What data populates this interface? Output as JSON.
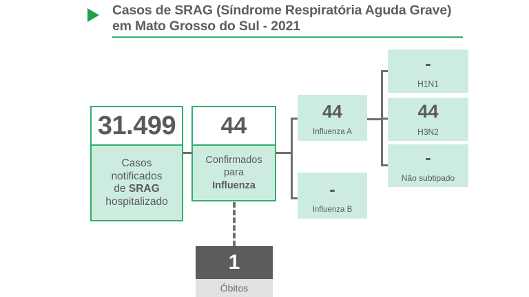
{
  "header": {
    "marker_icon": "play-triangle-icon",
    "title": "Casos de SRAG (Síndrome Respiratória Aguda Grave) em Mato Grosso do Sul - 2021",
    "accent_color": "#2fae6b",
    "text_color": "#5f5f5f"
  },
  "colors": {
    "green_border": "#2fae6b",
    "mint_fill": "#cdece0",
    "connector_gray": "#6f6f6f",
    "obitos_dark": "#5c5c5c",
    "obitos_light": "#e2e2e2",
    "white": "#ffffff"
  },
  "flow": {
    "notificados": {
      "value": "31.499",
      "label_line1": "Casos",
      "label_line2": "notificados",
      "label_line3_plain": "de ",
      "label_line3_bold": "SRAG",
      "label_line4": "hospitalizado"
    },
    "confirmados": {
      "value": "44",
      "label_line1": "Confirmados",
      "label_line2": "para",
      "label_line3_bold": "Influenza"
    },
    "influenza_a": {
      "value": "-",
      "value_display": "44",
      "label": "Influenza A"
    },
    "influenza_b": {
      "value": "-",
      "label": "Influenza B"
    },
    "h1n1": {
      "value": "-",
      "label": "H1N1"
    },
    "h3n2": {
      "value": "44",
      "label": "H3N2"
    },
    "nao_subtipado": {
      "value": "-",
      "label": "Não subtipado"
    },
    "obitos": {
      "value": "1",
      "label": "Óbitos"
    }
  }
}
